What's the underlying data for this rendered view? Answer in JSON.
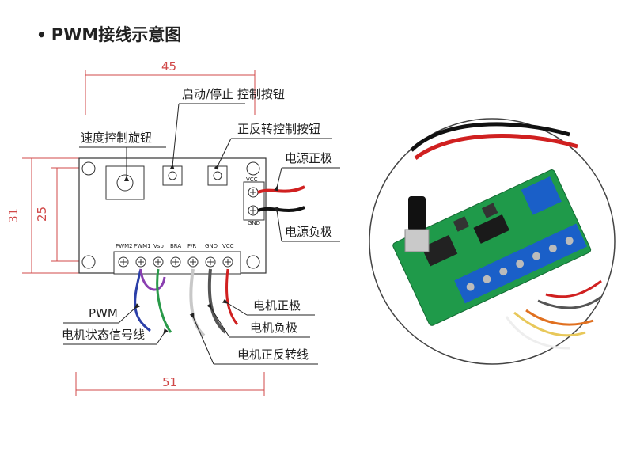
{
  "title": "PWM接线示意图",
  "dimensions": {
    "top": "45",
    "bottom": "51",
    "left_outer": "31",
    "left_inner": "25"
  },
  "callouts": {
    "start_stop": "启动/停止 控制按钮",
    "direction_button": "正反转控制按钮",
    "speed_knob": "速度控制旋钮",
    "power_positive": "电源正极",
    "power_negative": "电源负极",
    "pwm": "PWM",
    "motor_status": "电机状态信号线",
    "motor_positive": "电机正极",
    "motor_negative": "电机负极",
    "motor_direction": "电机正反转线"
  },
  "terminals": {
    "bottom": [
      "PWM2",
      "PWM1",
      "Vsp",
      "BRA",
      "F/R",
      "GND",
      "VCC"
    ],
    "side": [
      "VCC",
      "GND"
    ]
  },
  "colors": {
    "dim_line": "#d04848",
    "wire_blue": "#2b3fa8",
    "wire_purple": "#8a3fb0",
    "wire_green": "#2a9a4a",
    "wire_white": "#c8c8c8",
    "wire_gray": "#555555",
    "wire_red": "#d02020",
    "wire_black": "#111111",
    "pcb_green": "#1f9a4a",
    "terminal_blue": "#1a5fc8"
  }
}
